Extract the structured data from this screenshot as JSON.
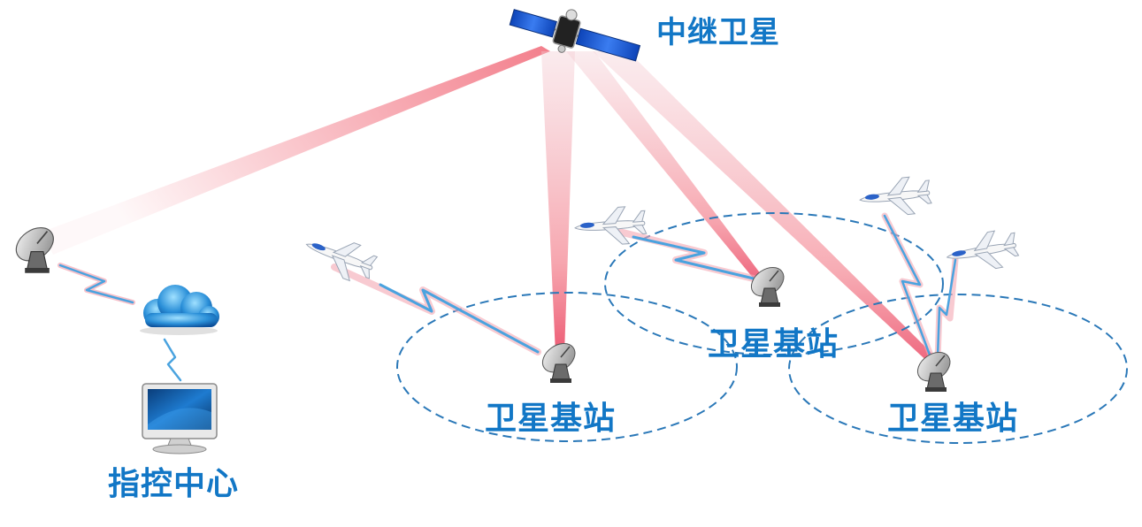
{
  "labels": {
    "relay_satellite": "中继卫星",
    "command_center": "指控中心",
    "base_station_1": "卫星基站",
    "base_station_2": "卫星基站",
    "base_station_3": "卫星基站"
  },
  "colors": {
    "label": "#1277c6",
    "beam": "#f06070",
    "radio_link": "#4aa3df",
    "coverage_circle": "#2a78b8",
    "panel": "#1c5fd6"
  },
  "icons": [
    "satellite-icon",
    "dish-antenna-icon",
    "cloud-icon",
    "monitor-icon",
    "uav-icon"
  ]
}
